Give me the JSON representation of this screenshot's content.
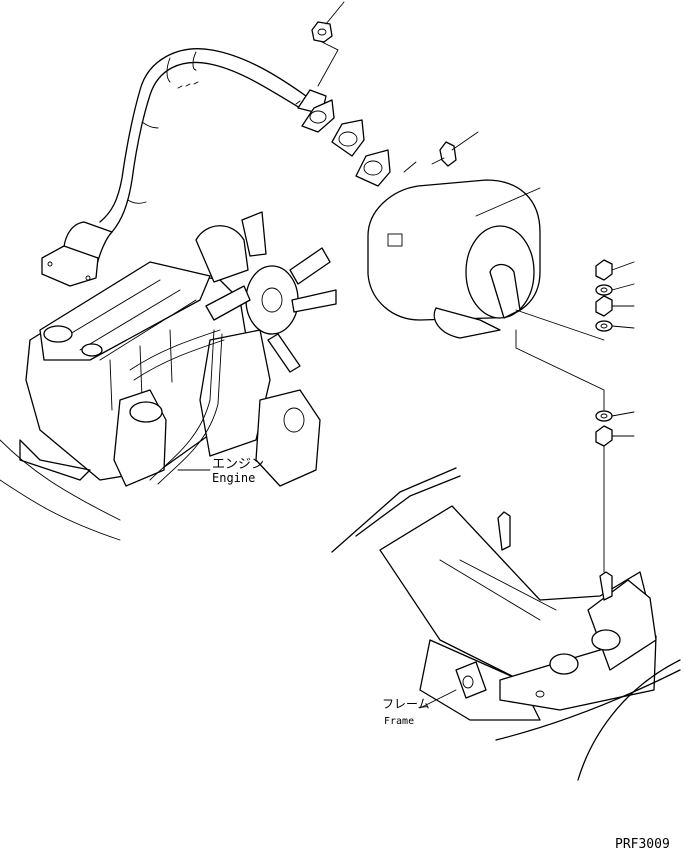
{
  "labels": {
    "engine_jp": "エンジン",
    "engine_en": "Engine",
    "frame_jp": "フレーム",
    "frame_en": "Frame",
    "drawing_code": "PRF3009"
  },
  "colors": {
    "line": "#000000",
    "background": "#ffffff"
  }
}
